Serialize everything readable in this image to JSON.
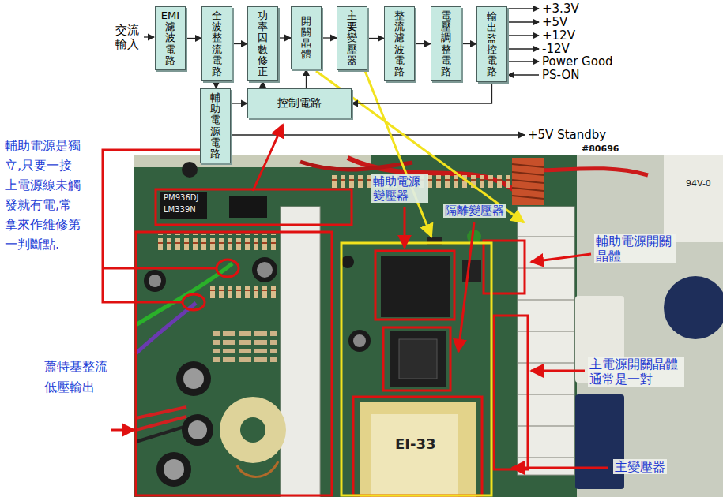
{
  "diagram": {
    "nodes": [
      {
        "text": [
          "EMI濾波電路"
        ]
      },
      {
        "text": [
          "全波整流電路"
        ]
      },
      {
        "text": [
          "功率因數修正"
        ]
      },
      {
        "text": [
          "開關晶體"
        ]
      },
      {
        "text": [
          "主要變壓器"
        ]
      },
      {
        "text": [
          "整流濾波電路"
        ]
      },
      {
        "text": [
          "電壓調整電路"
        ]
      },
      {
        "text": [
          "輸出監控電路"
        ]
      },
      {
        "text": [
          "輔助電源電路"
        ]
      },
      {
        "text": [
          "控制電路"
        ]
      }
    ],
    "edges": [
      {
        "from": 0,
        "to": 1,
        "arrow": "to"
      },
      {
        "from": 1,
        "to": 2,
        "arrow": "to"
      },
      {
        "from": 2,
        "to": 3,
        "arrow": "to"
      },
      {
        "from": 3,
        "to": 4,
        "arrow": "to"
      },
      {
        "from": 4,
        "to": 5,
        "arrow": "to"
      },
      {
        "from": 5,
        "to": 6,
        "arrow": "to"
      },
      {
        "from": 6,
        "to": 7,
        "arrow": "to"
      },
      {
        "from": 1,
        "to": 8,
        "arrow": "to"
      },
      {
        "from": 8,
        "to": 9,
        "arrow": "to"
      },
      {
        "from": 9,
        "to": 2,
        "arrow": "to"
      },
      {
        "from": 9,
        "to": 3,
        "arrow": "to"
      },
      {
        "from": 7,
        "to": 9,
        "arrow": "to"
      }
    ],
    "labels": [
      "交流輸入",
      "+3.3V",
      "+5V",
      "+12V",
      "-12V",
      "Power Good",
      "PS-ON",
      "+5V Standby",
      "#80696",
      "輔助電源是獨立,只要一接上電源線未觸發就有電,常拿來作維修第一判斷點.",
      "蕭特基整流低壓輸出",
      "輔助電源變壓器",
      "隔離變壓器",
      "輔助電源開關晶體",
      "主電源開關晶體通常是一對",
      "主變壓器",
      "PM936DJ",
      "LM339N",
      "EI-33",
      "94V-0"
    ]
  }
}
